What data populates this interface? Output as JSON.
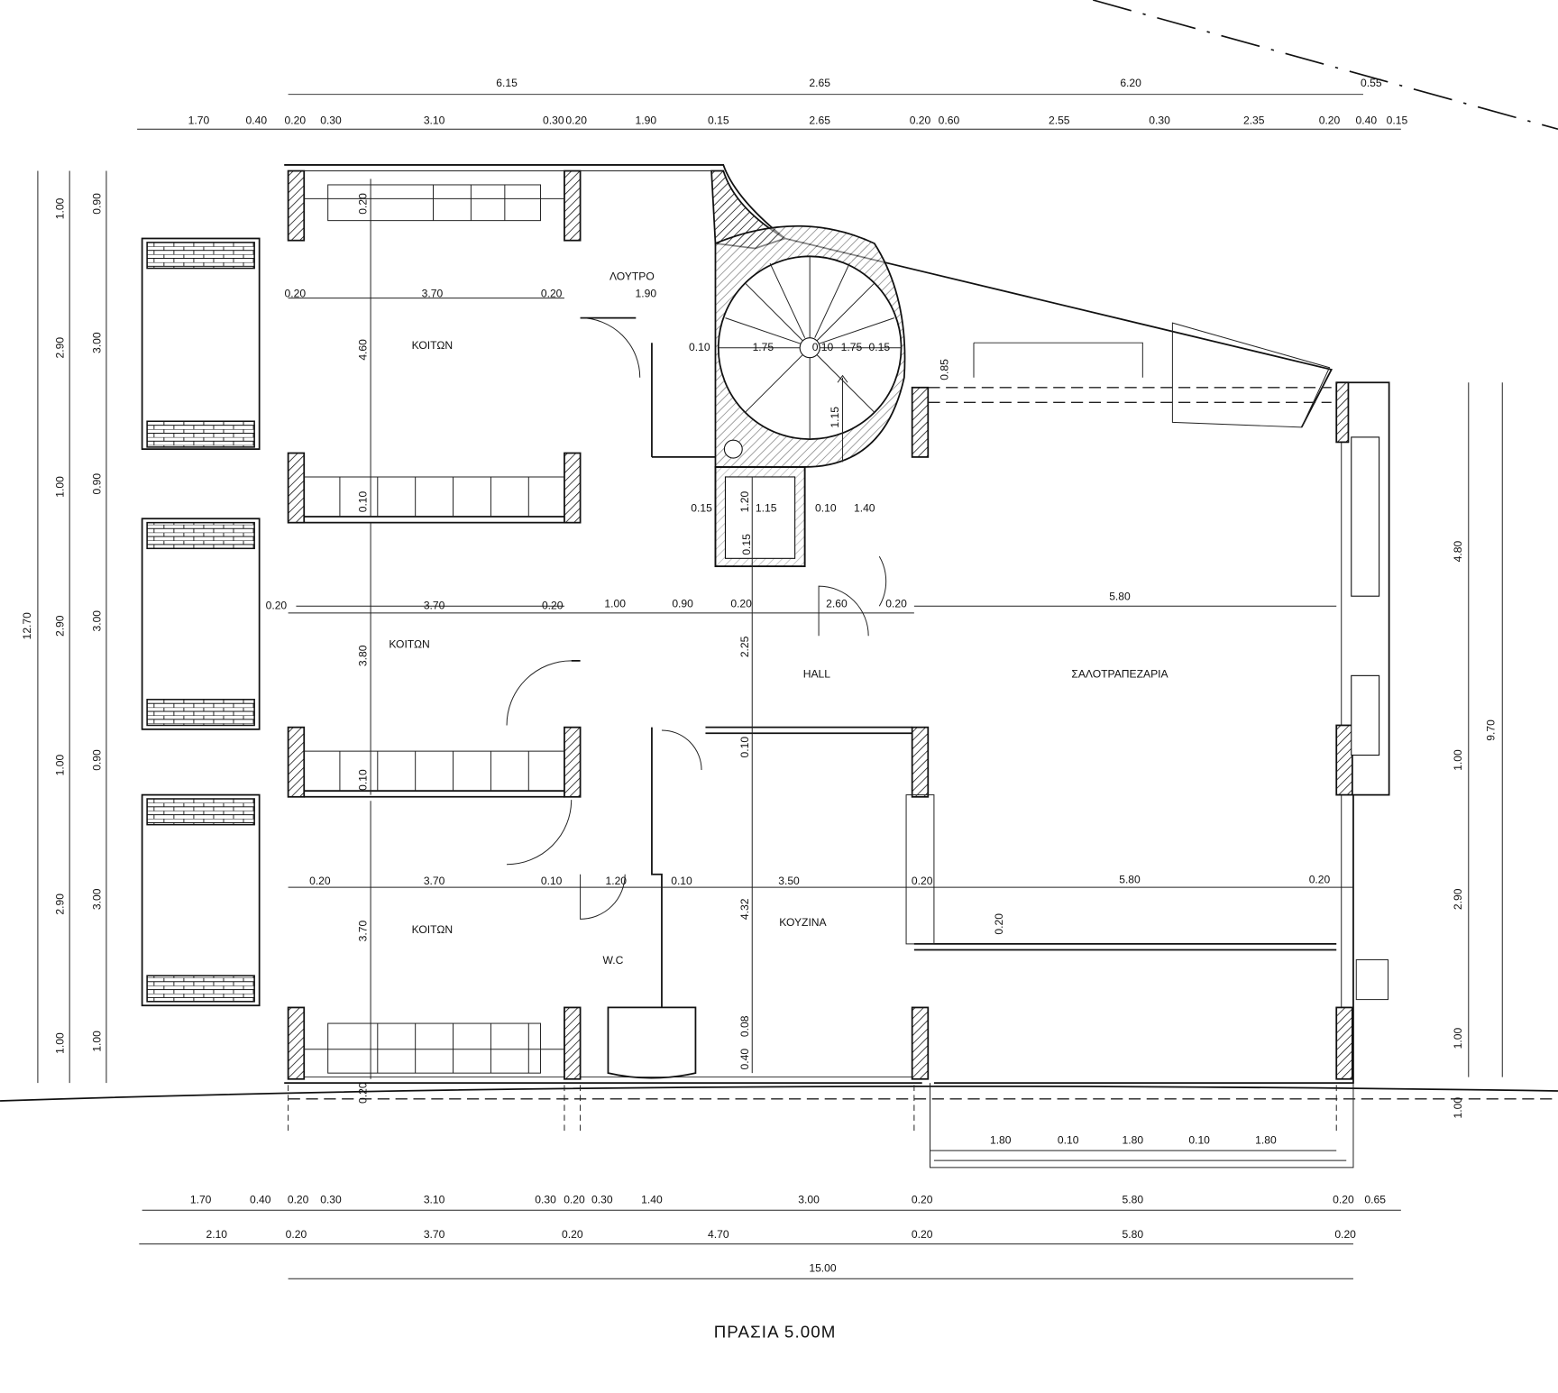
{
  "title": "ΠΡΑΣΙΑ 5.00M",
  "rooms": {
    "bedroom_1": "ΚΟΙΤΩΝ",
    "bedroom_2": "ΚΟΙΤΩΝ",
    "bedroom_3": "ΚΟΙΤΩΝ",
    "bathroom": "ΛΟΥΤΡΟ",
    "hall": "HALL",
    "living_dining": "ΣΑΛΟΤΡΑΠΕΖΑΡΙΑ",
    "kitchen": "ΚΟΥΖΙΝΑ",
    "wc": "W.C"
  },
  "dims": {
    "top_overall": [
      "6.15",
      "2.65",
      "6.20",
      "0.55"
    ],
    "top_detail": [
      "1.70",
      "0.40",
      "0.20",
      "0.30",
      "3.10",
      "0.30",
      "0.20",
      "1.90",
      "0.15",
      "2.65",
      "0.20",
      "0.60",
      "2.55",
      "0.30",
      "2.35",
      "0.20",
      "0.40",
      "0.15"
    ],
    "bottom_detail": [
      "1.70",
      "0.40",
      "0.20",
      "0.30",
      "3.10",
      "0.30",
      "0.20",
      "0.30",
      "1.40",
      "3.00",
      "0.20",
      "5.80",
      "0.20",
      "0.65"
    ],
    "bottom_mid": [
      "2.10",
      "0.20",
      "3.70",
      "0.20",
      "4.70",
      "0.20",
      "5.80",
      "0.20"
    ],
    "bottom_total": "15.00",
    "left_outer": [
      "1.00",
      "2.90",
      "1.00",
      "2.90",
      "1.00",
      "2.90",
      "1.00"
    ],
    "left_inner": [
      "0.90",
      "3.00",
      "0.90",
      "3.00",
      "0.90",
      "3.00",
      "1.00"
    ],
    "left_total": "12.70",
    "right_inner": [
      "4.80",
      "1.00",
      "2.90",
      "1.00",
      "1.00"
    ],
    "right_total": "9.70",
    "interior": [
      "0.20",
      "3.70",
      "0.20",
      "1.90",
      "4.60",
      "0.20",
      "0.10",
      "0.10",
      "1.75",
      "0.10",
      "1.75",
      "0.15",
      "1.15",
      "0.85",
      "0.15",
      "1.20",
      "1.15",
      "0.10",
      "1.40",
      "0.15",
      "0.20",
      "3.70",
      "0.20",
      "1.00",
      "0.90",
      "0.20",
      "2.60",
      "0.20",
      "5.80",
      "3.80",
      "2.25",
      "0.10",
      "0.10",
      "0.20",
      "3.70",
      "0.10",
      "1.20",
      "0.10",
      "3.50",
      "0.20",
      "5.80",
      "0.20",
      "4.32",
      "3.70",
      "0.20",
      "0.08",
      "0.40",
      "0.20",
      "1.80",
      "0.10",
      "1.80",
      "0.10",
      "1.80"
    ]
  }
}
